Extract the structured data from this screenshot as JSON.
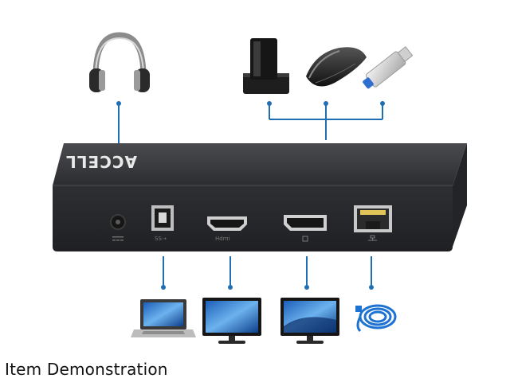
{
  "brand": {
    "logo_text": "ACCELL"
  },
  "caption": "Item Demonstration",
  "colors": {
    "connector": "#1f6fb5",
    "dock_body": "#2a2b2e",
    "dock_top": "#3a3b3e",
    "background": "#ffffff"
  },
  "ports": [
    {
      "name": "power-port",
      "icon": "power-icon"
    },
    {
      "name": "usb-b-port",
      "icon": "usb3-icon"
    },
    {
      "name": "hdmi-port",
      "icon": "hdmi-icon"
    },
    {
      "name": "displayport-port",
      "icon": "displayport-icon"
    },
    {
      "name": "ethernet-port",
      "icon": "network-icon"
    }
  ],
  "peripherals_top": [
    "headphones-icon",
    "wireless-receiver-icon",
    "mouse-icon",
    "usb-drive-icon"
  ],
  "peripherals_bottom": [
    "laptop-icon",
    "monitor-icon",
    "monitor-icon",
    "ethernet-cable-icon"
  ]
}
